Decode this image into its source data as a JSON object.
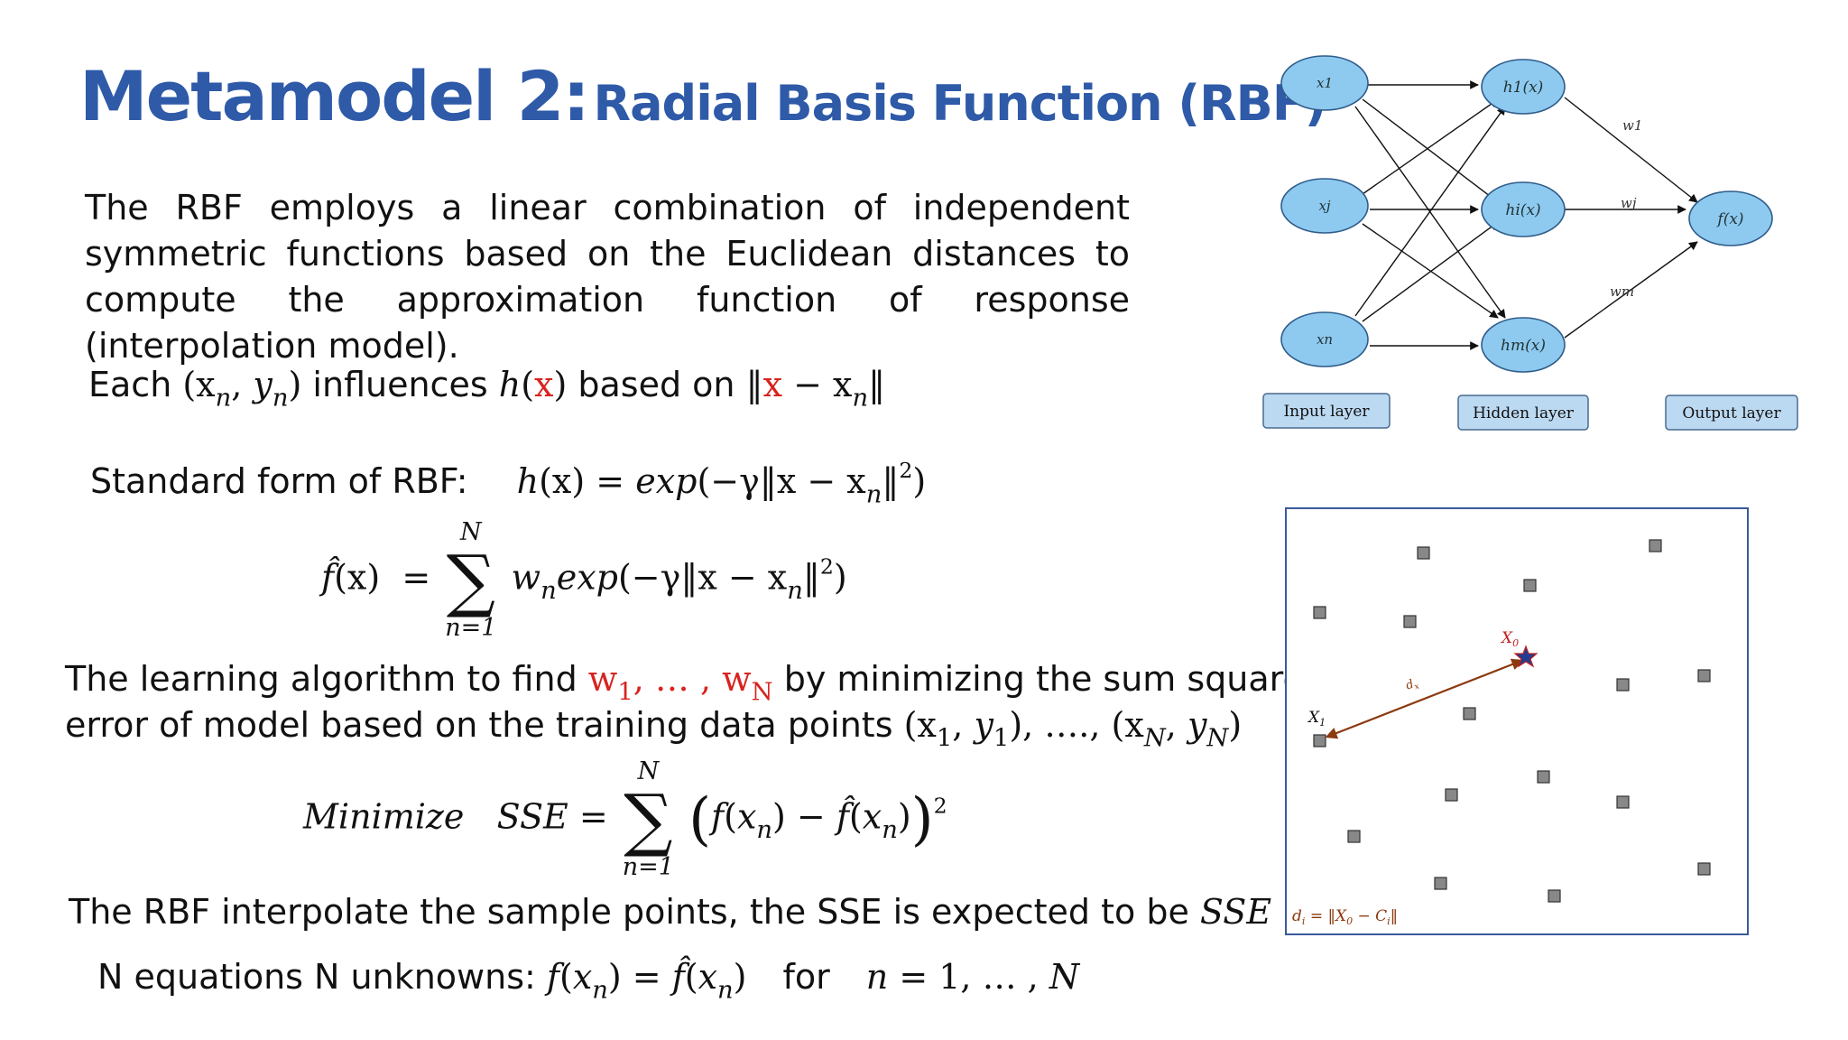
{
  "title": {
    "metamodel": "Metamodel 2:",
    "name": "Radial Basis Function (RBF)"
  },
  "intro": "The RBF employs a linear combination of independent symmetric functions based on the Euclidean distances to compute the approximation function of response (interpolation model).",
  "each": {
    "prefix": "Each ",
    "middle": " influences ",
    "based": " based on "
  },
  "standard_form": {
    "label": "Standard form of RBF:"
  },
  "learning": {
    "line1_prefix": "The learning algorithm to find ",
    "w1": "w",
    "w1_sub": "1",
    "dots": ", … , ",
    "wN": "w",
    "wN_sub": "N",
    "line1_suffix": " by minimizing the sum square",
    "line2_prefix": "error of model based on the training data points "
  },
  "minimize": {
    "word": "Minimize",
    "sse": "SSE"
  },
  "interp": {
    "text": "The RBF interpolate the sample points, the SSE is expected to be "
  },
  "equations": {
    "prefix": "N equations N unknowns: ",
    "for": "for"
  },
  "network": {
    "inputs": [
      "x1",
      "xj",
      "xn"
    ],
    "hidden": [
      "h1(x)",
      "hi(x)",
      "hm(x)"
    ],
    "weights": [
      "w1",
      "wj",
      "wm"
    ],
    "output": "f(x)",
    "layers": [
      "Input layer",
      "Hidden layer",
      "Output layer"
    ],
    "colors": {
      "node_fill": "#8ecaf0",
      "node_stroke": "#2f5c8a",
      "layer_fill": "#bcd9f2"
    }
  },
  "scatter": {
    "labels": {
      "x1": "X",
      "x1_sub": "1",
      "x0": "X",
      "x0_sub": "0",
      "d": "d",
      "d_sub": "x"
    },
    "formula": "d",
    "colors": {
      "arrow": "#8b3a0e",
      "point": "#888888",
      "star": "#243b8f",
      "border": "#3a5a9a"
    }
  }
}
